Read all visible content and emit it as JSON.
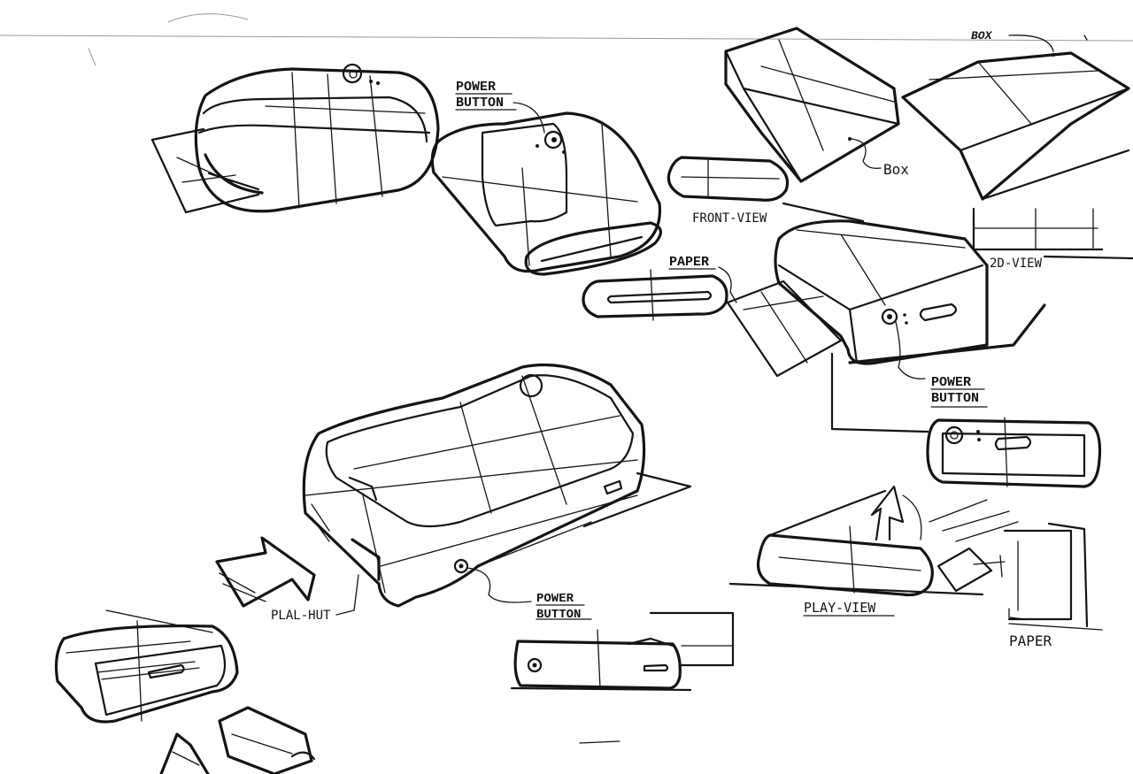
{
  "labels": {
    "box_top": "BOX",
    "box_mid": "Box",
    "power_button_top": "POWER BUTTON",
    "power_button_right": "POWER BUTTON",
    "power_button_bottom": "POWER BUTTON",
    "front_view": "FRONT-VIEW",
    "paper_mid": "PAPER",
    "paper_right": "PAPER",
    "view_2d": "2D-VIEW",
    "play_view": "PLAY-VIEW",
    "plal_hut": "PLAL-HUT"
  }
}
